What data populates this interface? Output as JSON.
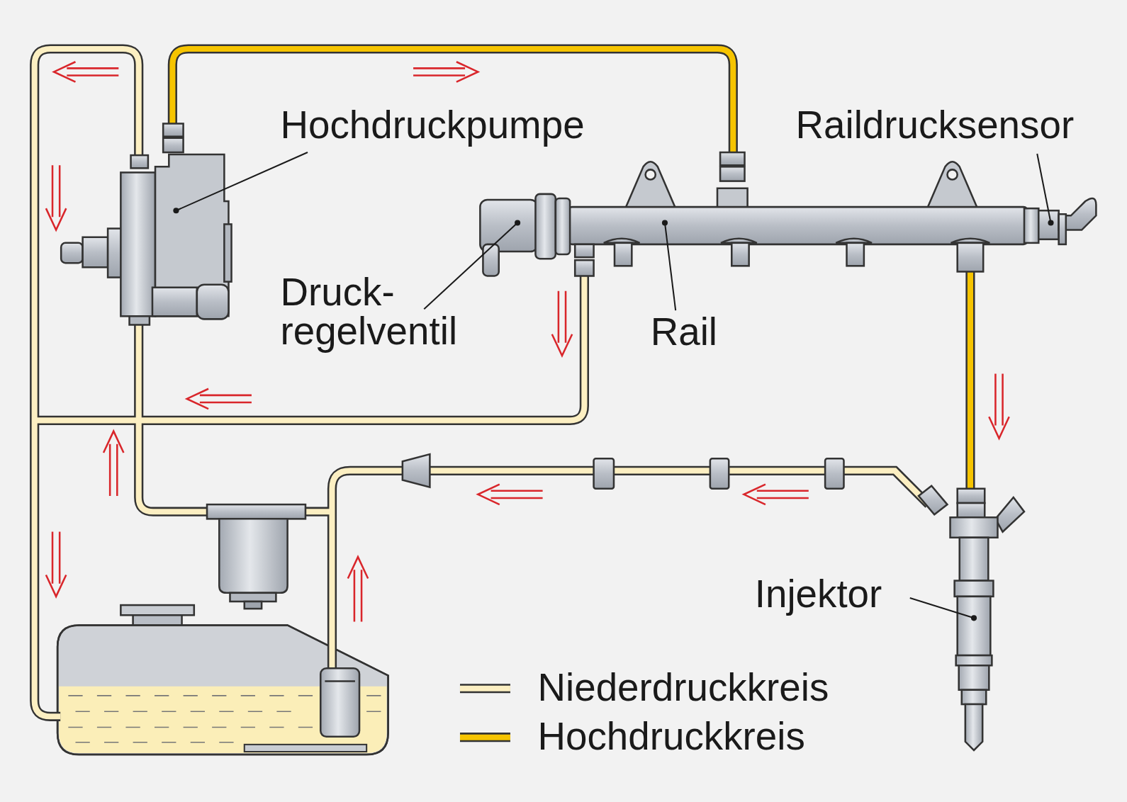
{
  "diagram": {
    "labels": [
      "Hochdruckpumpe",
      "Raildrucksensor",
      "Druck- regelventil",
      "Rail",
      "Injektor"
    ],
    "legend": [
      {
        "text": "Niederdruckkreis"
      },
      {
        "text": "Hochdruckkreis"
      }
    ]
  }
}
